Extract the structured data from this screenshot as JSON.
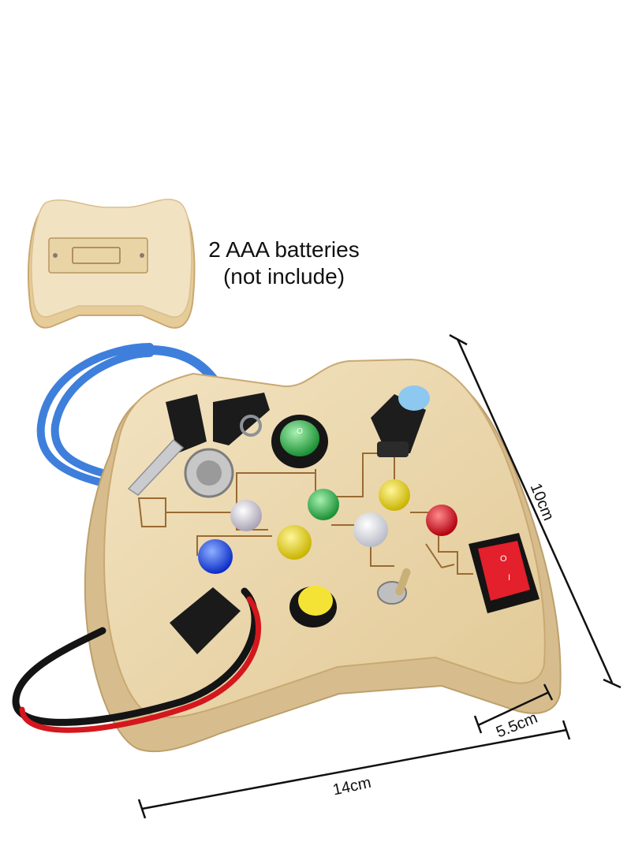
{
  "battery_note": {
    "line1": "2 AAA batteries",
    "line2": "(not include)"
  },
  "dimensions": {
    "height": "10cm",
    "depth": "5.5cm",
    "width": "14cm"
  },
  "colors": {
    "wood": "#ecd9b0",
    "wood_edge": "#d7bd8d",
    "ribbon": "#3f7fdc",
    "switch_red": "#e3202b",
    "cable_red": "#d4161d"
  }
}
